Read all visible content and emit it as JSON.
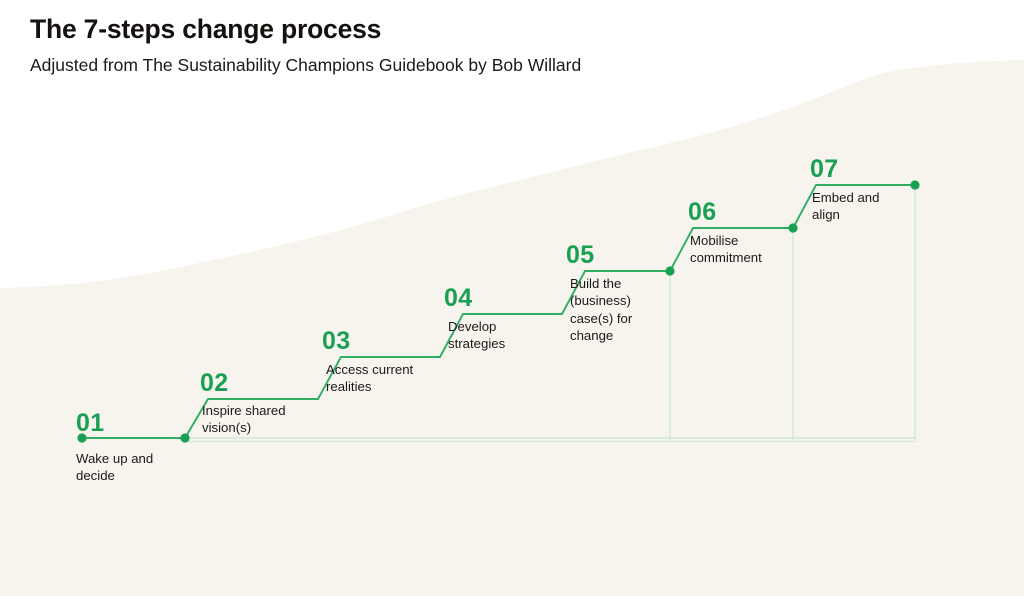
{
  "header": {
    "title": "The 7-steps change process",
    "subtitle": "Adjusted from The Sustainability Champions Guidebook by Bob Willard"
  },
  "colors": {
    "background": "#ffffff",
    "wave": "#f7f4ee",
    "accent_green": "#19a052",
    "line_green": "#2fae63",
    "faint_green": "#bfe2cc",
    "text_dark": "#1c1a18"
  },
  "diagram": {
    "type": "staircase",
    "step_count": 7,
    "steps": [
      {
        "number": "01",
        "label": "Wake up and\ndecide",
        "label_position": "below"
      },
      {
        "number": "02",
        "label": "Inspire shared\nvision(s)",
        "label_position": "below"
      },
      {
        "number": "03",
        "label": "Access current\nrealities",
        "label_position": "below"
      },
      {
        "number": "04",
        "label": "Develop\nstrategies",
        "label_position": "below"
      },
      {
        "number": "05",
        "label": "Build the\n(business)\ncase(s) for\nchange",
        "label_position": "below"
      },
      {
        "number": "06",
        "label": "Mobilise\ncommitment",
        "label_position": "below"
      },
      {
        "number": "07",
        "label": "Embed and\nalign",
        "label_position": "below"
      }
    ]
  }
}
